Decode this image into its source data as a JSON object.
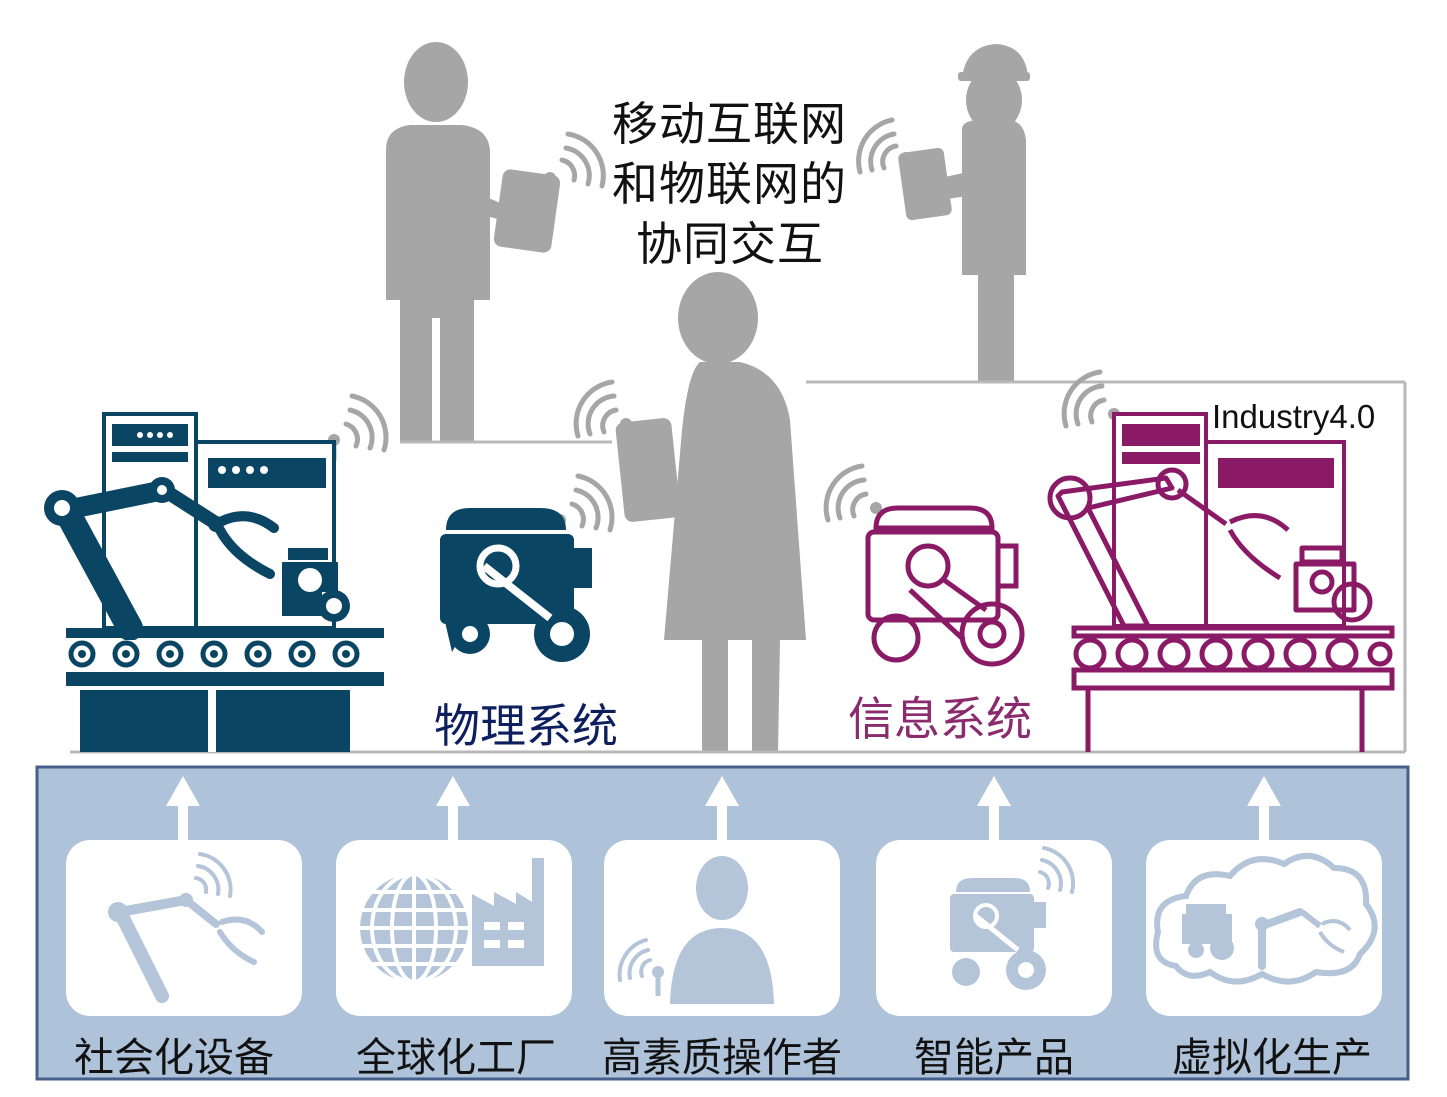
{
  "colors": {
    "physical": "#0a4563",
    "cyber": "#8b1a66",
    "people": "#a6a6a6",
    "panel": "#aec2d9",
    "panel_border": "#475f8b",
    "card": "#ffffff",
    "card_icon": "#b4c5d9"
  },
  "header": {
    "title_lines": [
      "移动互联网",
      "和物联网的",
      "协同交互"
    ]
  },
  "labels": {
    "industry": "Industry4.0",
    "physical_system": "物理系统",
    "cyber_system": "信息系统"
  },
  "foundation": {
    "items": [
      {
        "label": "社会化设备",
        "icon": "robot-arm-icon"
      },
      {
        "label": "全球化工厂",
        "icon": "globe-factory-icon"
      },
      {
        "label": "高素质操作者",
        "icon": "operator-icon"
      },
      {
        "label": "智能产品",
        "icon": "smart-product-icon"
      },
      {
        "label": "虚拟化生产",
        "icon": "cloud-production-icon"
      }
    ]
  }
}
